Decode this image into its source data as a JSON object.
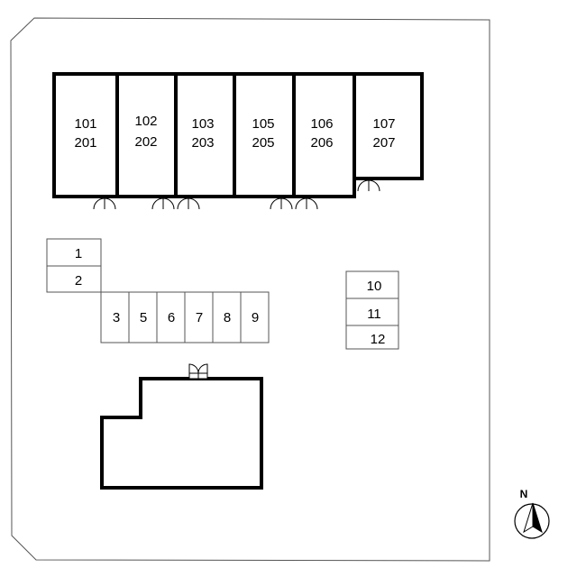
{
  "building_units": [
    {
      "top": "101",
      "bottom": "201"
    },
    {
      "top": "102",
      "bottom": "202"
    },
    {
      "top": "103",
      "bottom": "203"
    },
    {
      "top": "105",
      "bottom": "205"
    },
    {
      "top": "106",
      "bottom": "206"
    },
    {
      "top": "107",
      "bottom": "207"
    }
  ],
  "parking_left": [
    "1",
    "2"
  ],
  "parking_row": [
    "3",
    "5",
    "6",
    "7",
    "8",
    "9"
  ],
  "parking_right": [
    "10",
    "11",
    "12"
  ],
  "compass": {
    "north_label": "N",
    "icon": "north-arrow-icon"
  },
  "colors": {
    "line": "#000000",
    "thin_line": "#555555",
    "background": "#ffffff"
  }
}
